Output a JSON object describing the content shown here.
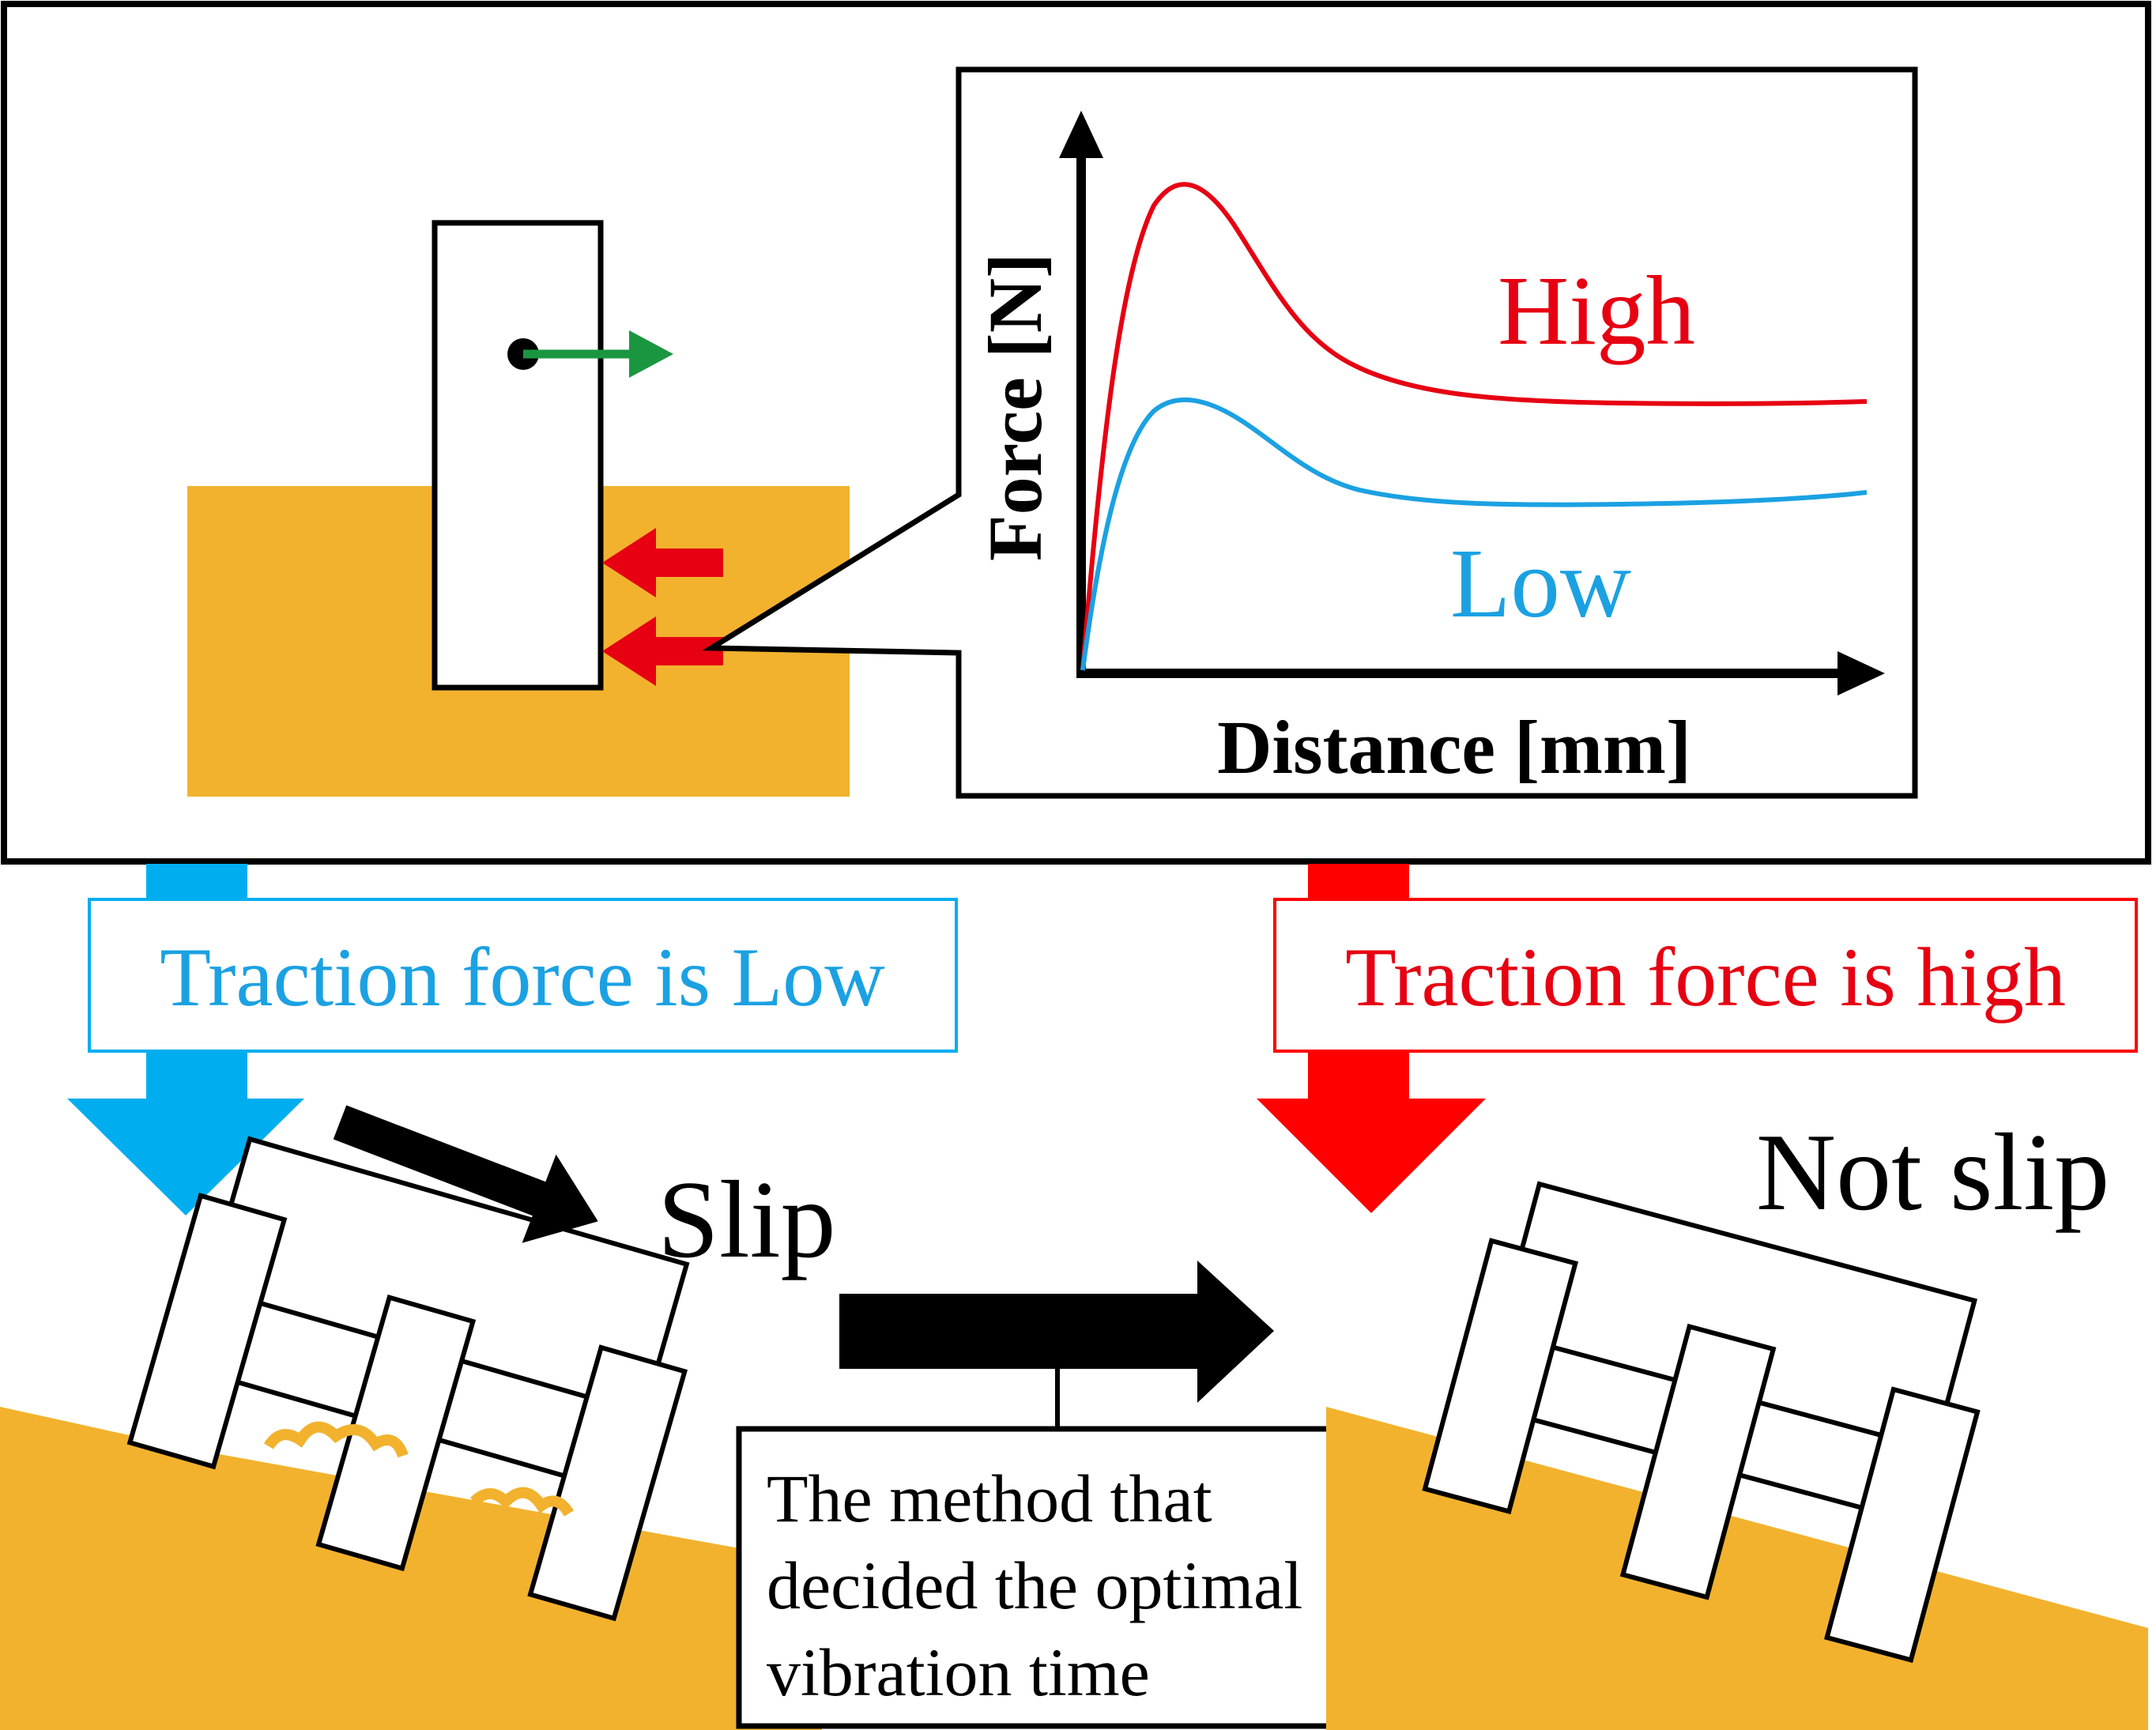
{
  "colors": {
    "sand": "#F2B22E",
    "high_red": "#E60012",
    "low_blue": "#1BA1E2",
    "banner_red": "#FF0000",
    "banner_blue": "#00AEEF",
    "green_arrow": "#1A9641",
    "ink": "#000000"
  },
  "graph": {
    "y_label": "Force [N]",
    "x_label": "Distance [mm]",
    "series": [
      {
        "name": "High",
        "color": "#E60012"
      },
      {
        "name": "Low",
        "color": "#1BA1E2"
      }
    ]
  },
  "low_branch": {
    "label": "Traction force is Low",
    "result": "Slip"
  },
  "high_branch": {
    "label": "Traction force is high",
    "result": "Not slip"
  },
  "method_box": {
    "line1": "The method that",
    "line2": "decided the optimal",
    "line3": "vibration time"
  },
  "icons": {
    "motion": "arrow-right-icon",
    "resistance": "arrow-left-icon",
    "flow": "arrow-down-icon"
  }
}
